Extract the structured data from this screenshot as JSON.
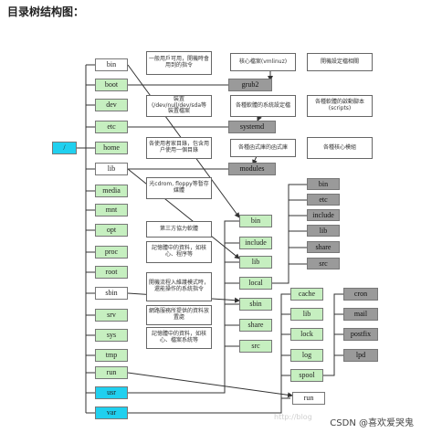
{
  "heading": "目录树结构图：",
  "watermark": "CSDN @喜欢爱哭鬼",
  "faint_text": "http://blog",
  "nodes": {
    "root": "/",
    "bin": "bin",
    "boot": "boot",
    "dev": "dev",
    "etc": "etc",
    "home": "home",
    "lib": "lib",
    "media": "media",
    "mnt": "mnt",
    "opt": "opt",
    "proc": "proc",
    "root_dir": "root",
    "sbin": "sbin",
    "srv": "srv",
    "sys": "sys",
    "tmp": "tmp",
    "run": "run",
    "usr": "usr",
    "var": "var",
    "grub2": "grub2",
    "systemd": "systemd",
    "modules": "modules",
    "usr_bin": "bin",
    "usr_include": "include",
    "usr_lib": "lib",
    "usr_local": "local",
    "usr_sbin": "sbin",
    "usr_share": "share",
    "usr_src": "src",
    "local_bin": "bin",
    "local_etc": "etc",
    "local_include": "include",
    "local_lib": "lib",
    "local_share": "share",
    "local_src": "src",
    "var_cache": "cache",
    "var_lib": "lib",
    "var_lock": "lock",
    "var_log": "log",
    "var_spool": "spool",
    "var_run": "run",
    "spool_cron": "cron",
    "spool_mail": "mail",
    "spool_postfix": "postfix",
    "spool_lpd": "lpd"
  },
  "notes": {
    "bin": "一般用戶可用，開機時會用到的指令",
    "boot": "核心檔案(vmlinuz)",
    "grub": "開機設定檔相關",
    "dev": "裝置(/dev/null/dev/sda等裝置檔案",
    "etc": "各種軟體的系統設定檔",
    "etc2": "各種軟體的啟動腳本(scripts)",
    "home": "各使用者家目錄，包含用户使用一個目錄",
    "lib": "各種函式庫的函式庫",
    "lib2": "各種核心模組",
    "media": "光cdrom, floppy等暫存媒體",
    "opt": "第三方協力軟體",
    "proc": "記憶體中的資料，如核心、程序等",
    "sbin": "開機流程入維護模式時，還能操作的系統指令",
    "srv": "網路服務所提供的資料放置處",
    "sys": "記憶體中的資料，如核心、檔案系統等"
  }
}
